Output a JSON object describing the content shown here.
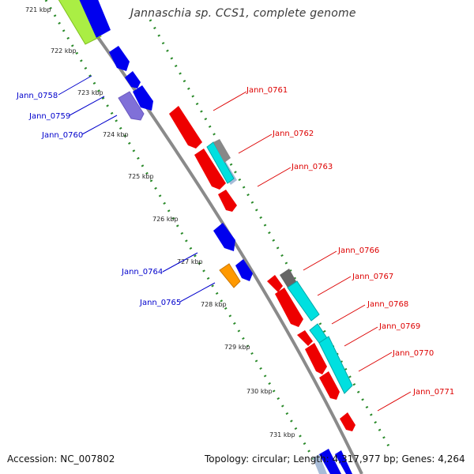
{
  "title": "Jannaschia sp. CCS1, complete genome",
  "footer": {
    "accession": "Accession: NC_007802",
    "topology": "Topology: circular; Length: 4,317,977 bp; Genes: 4,264"
  },
  "colors": {
    "backbone": "#8a8a8a",
    "tick": "#2a8a2a",
    "forward_label": "#0000cc",
    "reverse_label": "#dd0000",
    "blue": "#0000ee",
    "red": "#ee0000",
    "cyan": "#00e0e0",
    "lightblue": "#a8bcd8",
    "purple": "#8070d8",
    "orange": "#ff9900",
    "gray": "#666666",
    "lime": "#aaee44"
  },
  "kbp_labels": [
    "721 kbp",
    "722 kbp",
    "723 kbp",
    "724 kbp",
    "725 kbp",
    "726 kbp",
    "727 kbp",
    "728 kbp",
    "729 kbp",
    "730 kbp",
    "731 kbp"
  ],
  "forward_genes": [
    "Jann_0758",
    "Jann_0759",
    "Jann_0760",
    "Jann_0764",
    "Jann_0765"
  ],
  "reverse_genes": [
    "Jann_0761",
    "Jann_0762",
    "Jann_0763",
    "Jann_0766",
    "Jann_0767",
    "Jann_0768",
    "Jann_0769",
    "Jann_0770",
    "Jann_0771"
  ]
}
